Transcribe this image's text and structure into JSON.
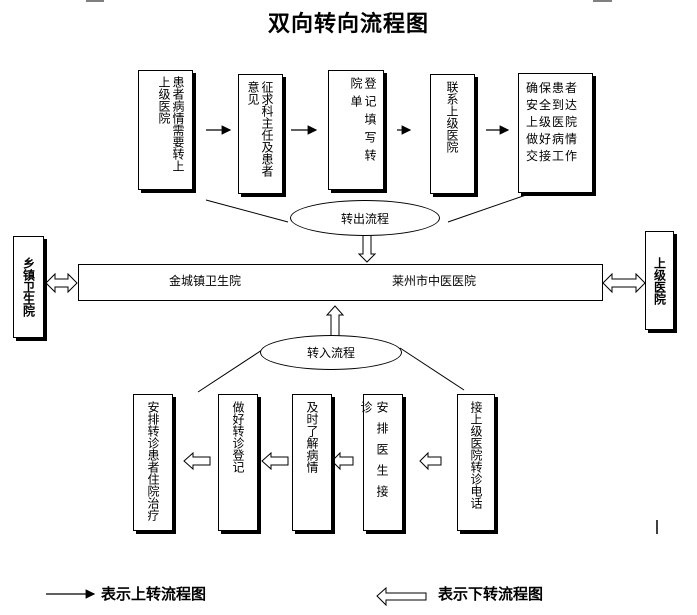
{
  "title": "双向转向流程图",
  "outgoing": {
    "label": "转出流程",
    "steps": [
      "上级医院",
      "患者病情需要转上",
      "征求科主任及患者意见",
      "登记填写转院单",
      "联系上级医院",
      "确保患者安全到达上级医院做好病情交接工作"
    ]
  },
  "incoming": {
    "label": "转入流程",
    "steps": [
      "接上级医院转诊电话",
      "安排医生接诊",
      "及时了解病情",
      "做好转诊登记",
      "安排转诊患者住院治疗"
    ]
  },
  "center_bar": {
    "left_hospital": "金城镇卫生院",
    "right_hospital": "莱州市中医医院"
  },
  "left_side": "乡镇卫生院",
  "right_side": "上级医院",
  "legend": {
    "up_label": "表示上转流程图",
    "down_label": "表示下转流程图"
  }
}
